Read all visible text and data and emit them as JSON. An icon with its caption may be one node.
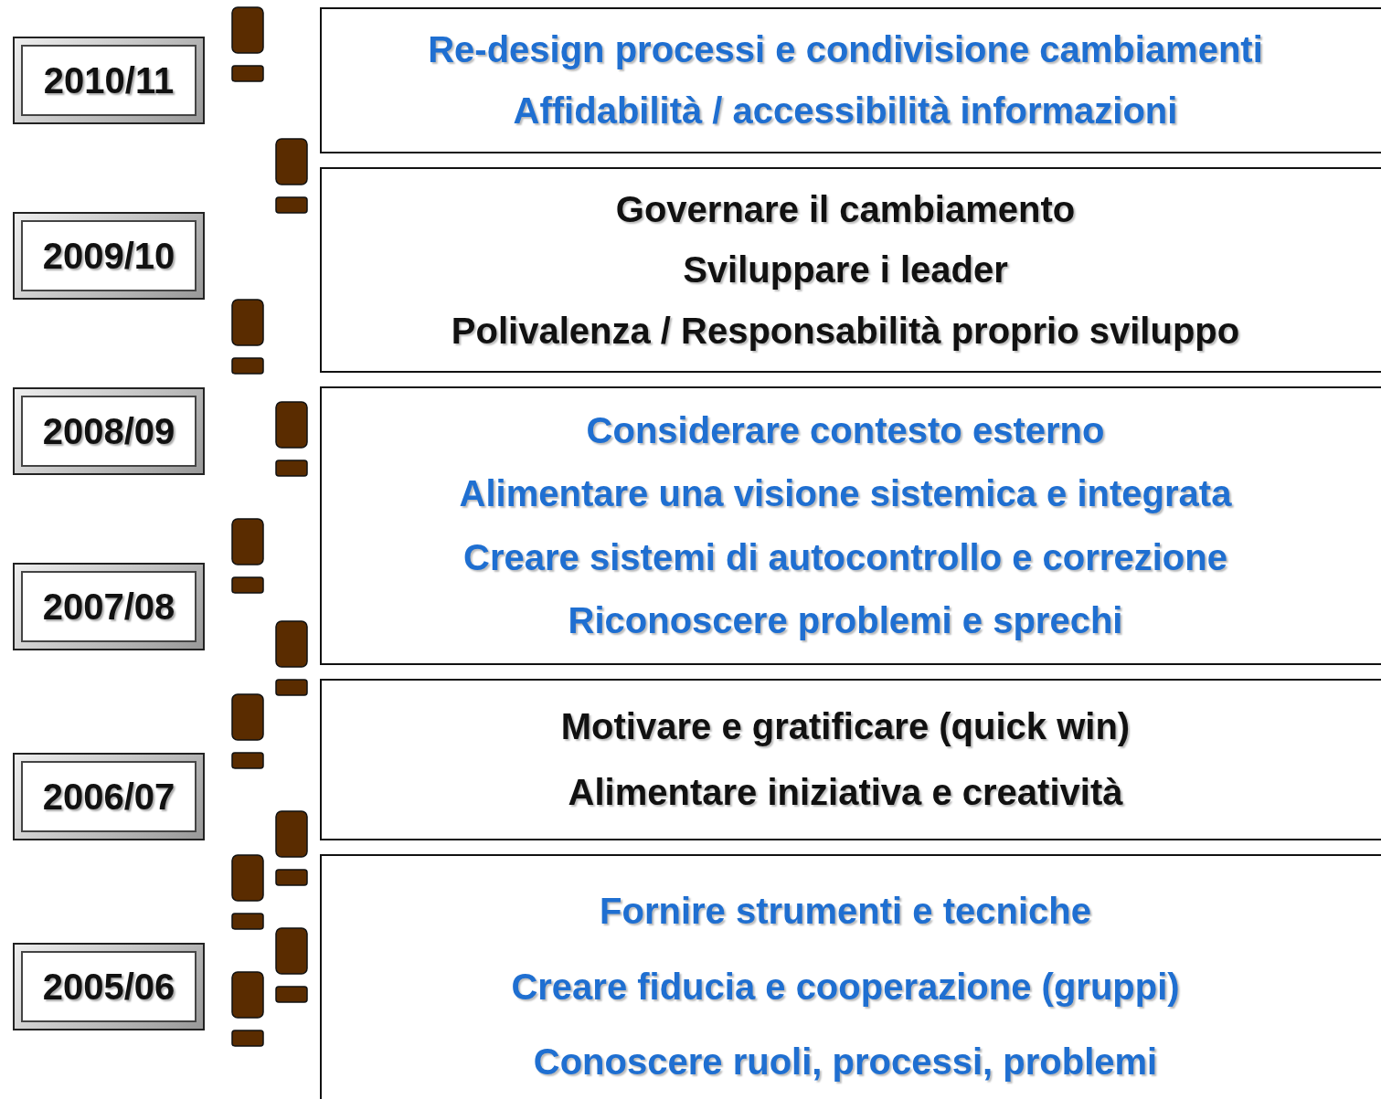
{
  "diagram": {
    "nodes": [
      {
        "text": [
          "2010/11"
        ]
      },
      {
        "text": [
          "2009/10"
        ]
      },
      {
        "text": [
          "2008/09"
        ]
      },
      {
        "text": [
          "2007/08"
        ]
      },
      {
        "text": [
          "2006/07"
        ]
      },
      {
        "text": [
          "2005/06"
        ]
      },
      {
        "text": [
          "Re-design processi e condivisione cambiamenti",
          "Affidabilità / accessibilità informazioni"
        ]
      },
      {
        "text": [
          "Governare il cambiamento",
          "Sviluppare i leader",
          "Polivalenza / Responsabilità proprio sviluppo"
        ]
      },
      {
        "text": [
          "Considerare contesto esterno",
          "Alimentare una visione sistemica e integrata",
          "Creare sistemi di autocontrollo e correzione",
          "Riconoscere problemi e sprechi"
        ]
      },
      {
        "text": [
          "Motivare e gratificare (quick win)",
          "Alimentare iniziativa e creatività"
        ]
      },
      {
        "text": [
          "Fornire strumenti e tecniche",
          "Creare fiducia e cooperazione (gruppi)",
          "Conoscere ruoli, processi, problemi"
        ]
      }
    ],
    "edges": []
  }
}
